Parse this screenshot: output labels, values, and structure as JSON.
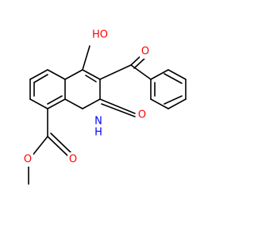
{
  "molecule": {
    "colors": {
      "bond": "#000000",
      "carbon": "#000000",
      "oxygen": "#ff0000",
      "nitrogen": "#0000ff",
      "background": "#ffffff"
    },
    "labels": {
      "hydroxyl": "HO",
      "ketone_o": "O",
      "ring_o": "O",
      "nh_n": "N",
      "nh_h": "H",
      "ester_carbonyl_o": "O",
      "ester_ether_o": "O"
    }
  }
}
